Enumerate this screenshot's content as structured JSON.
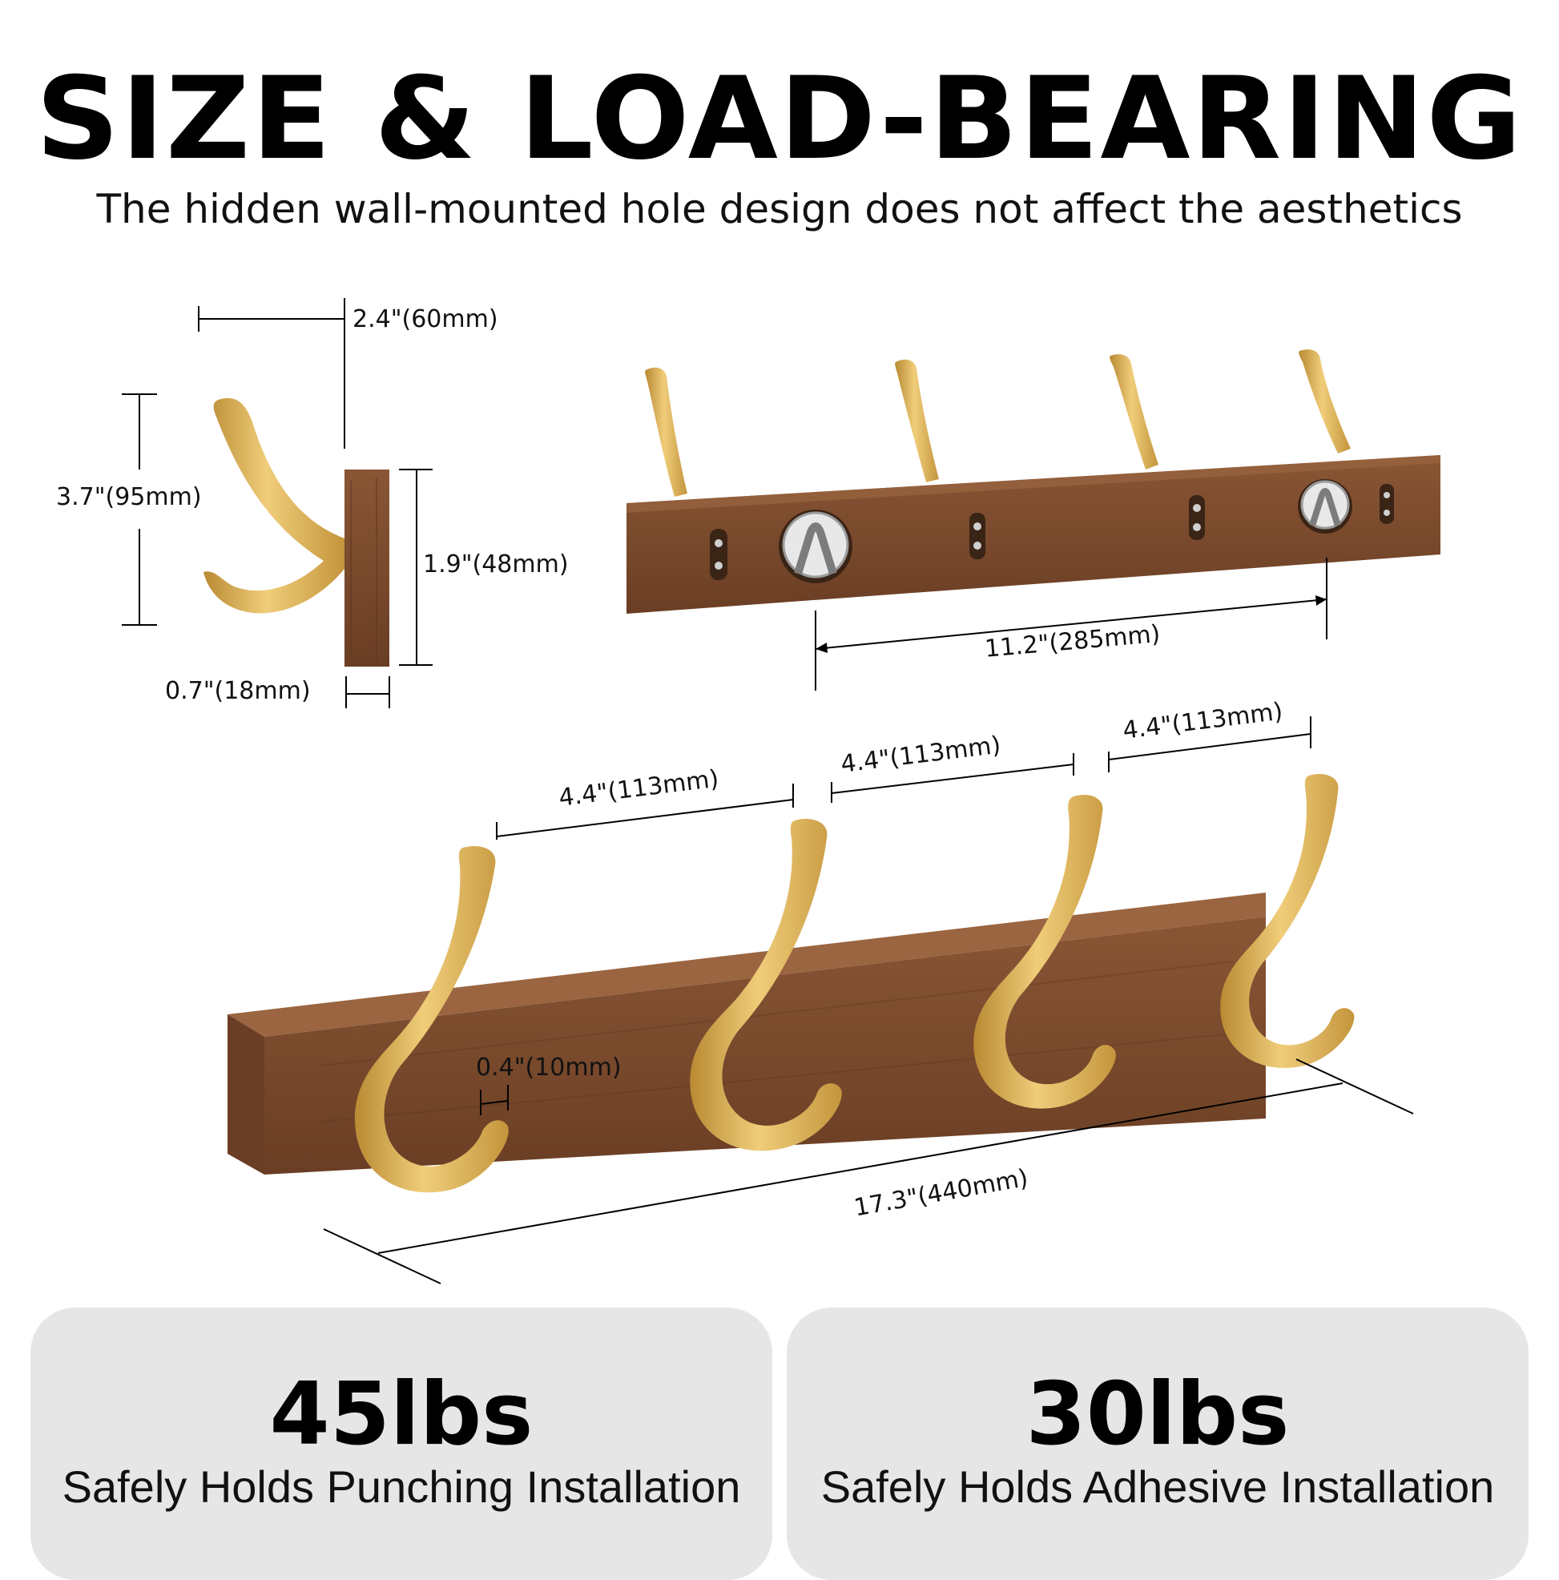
{
  "heading": {
    "title": "SIZE & LOAD-BEARING",
    "subtitle": "The hidden wall-mounted hole design does not affect the aesthetics"
  },
  "dimensions": {
    "hook_depth": "2.4\"(60mm)",
    "hook_height": "3.7\"(95mm)",
    "board_height": "1.9\"(48mm)",
    "board_thickness": "0.7\"(18mm)",
    "mount_hole_spacing": "11.2\"(285mm)",
    "hook_spacing_1": "4.4\"(113mm)",
    "hook_spacing_2": "4.4\"(113mm)",
    "hook_spacing_3": "4.4\"(113mm)",
    "hook_tip_width": "0.4\"(10mm)",
    "total_length": "17.3\"(440mm)"
  },
  "load": [
    {
      "weight": "45lbs",
      "caption": "Safely Holds  Punching Installation"
    },
    {
      "weight": "30lbs",
      "caption": "Safely Holds  Adhesive Installation"
    }
  ],
  "colors": {
    "wood": "#7a4a2c",
    "wood_dark": "#5e361f",
    "gold": "#d9aa4e",
    "gold_dark": "#b98a33",
    "panel": "#e6e6e6"
  }
}
